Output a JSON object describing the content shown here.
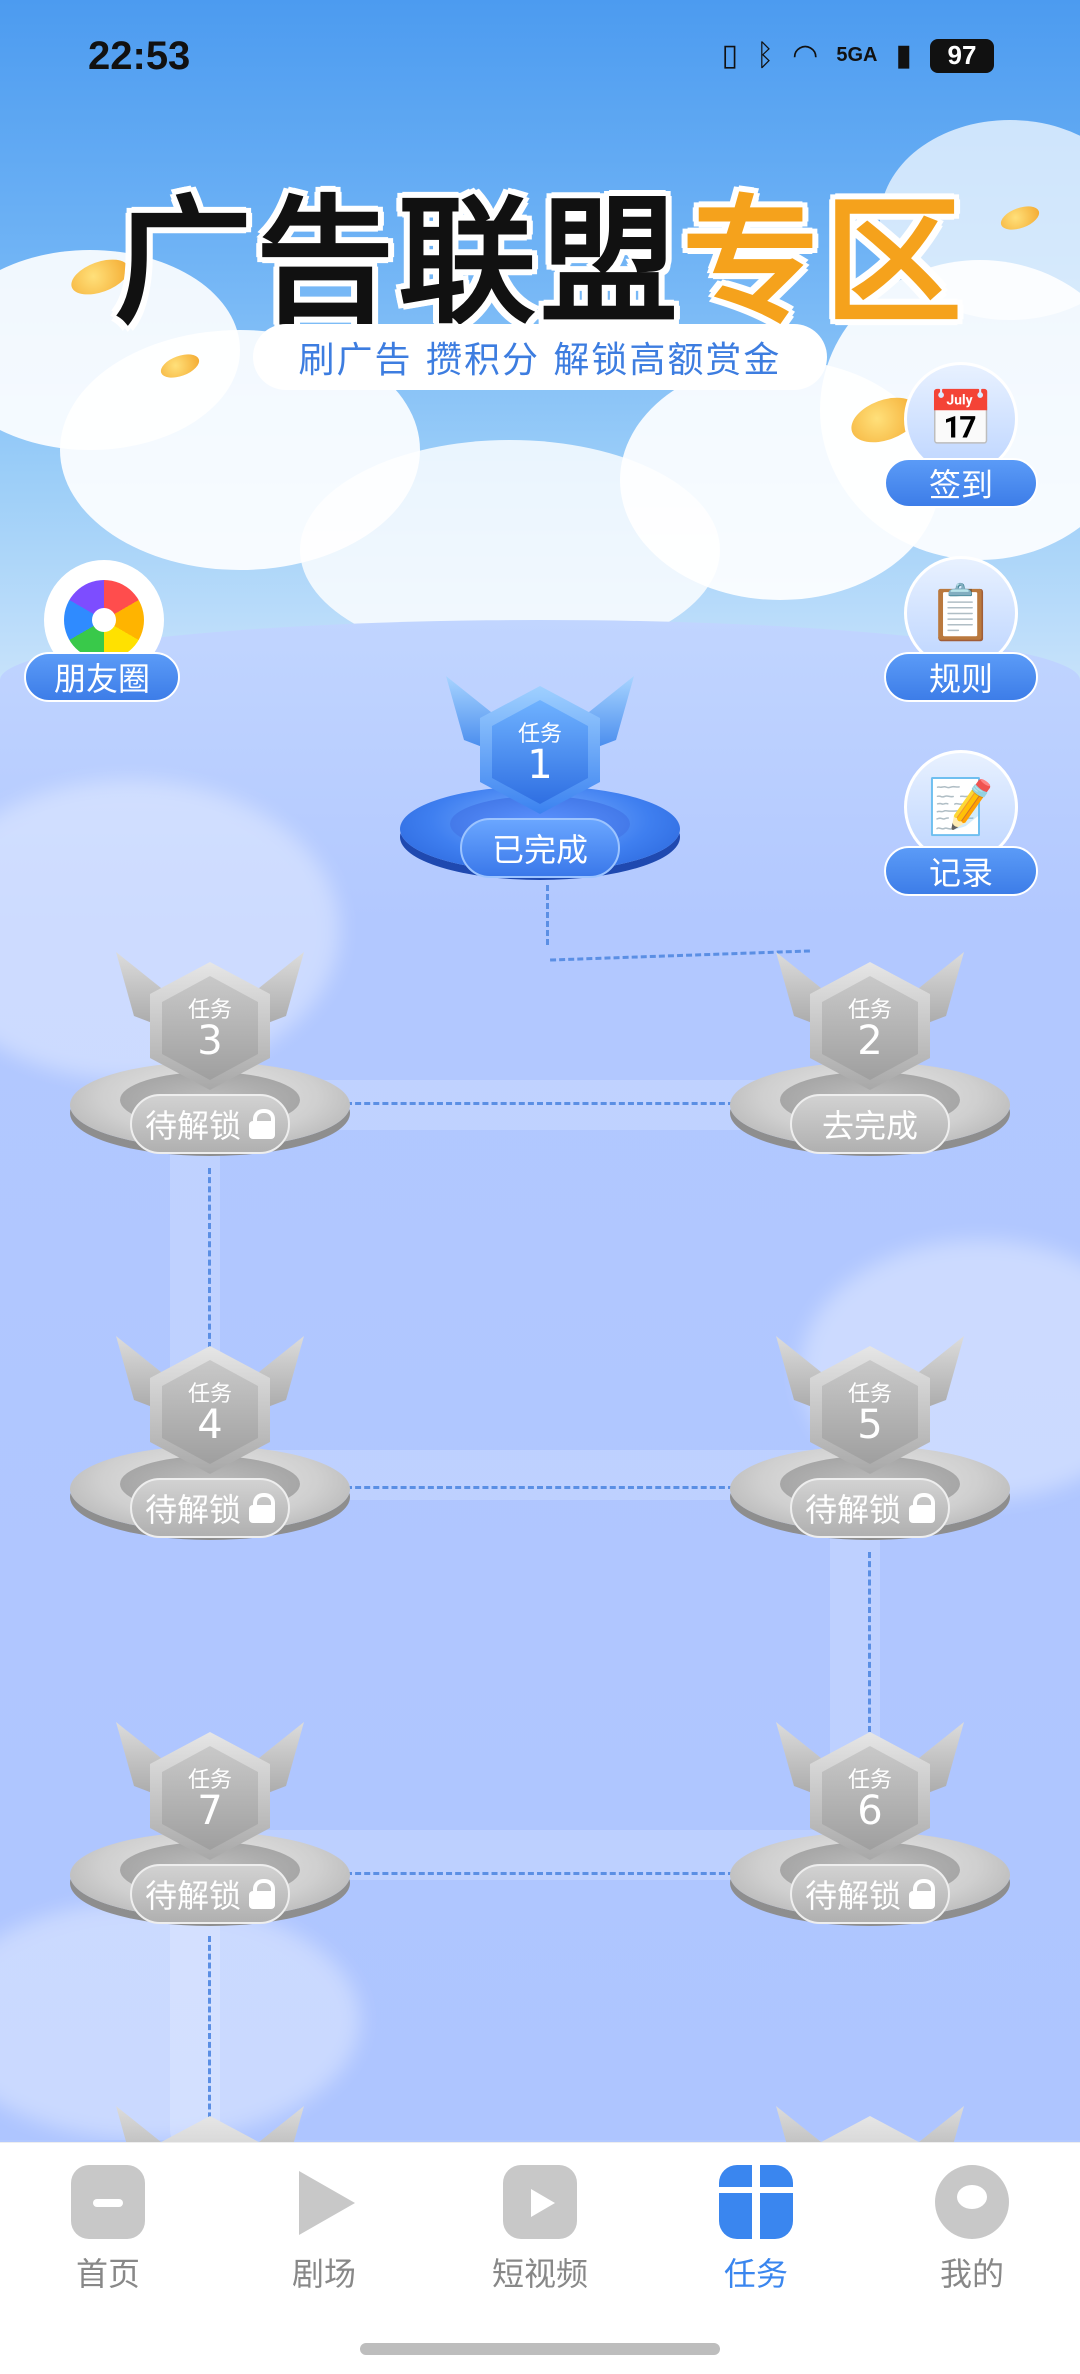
{
  "status_bar": {
    "time": "22:53",
    "network": "5GA",
    "battery": "97"
  },
  "banner": {
    "title_black": "广告联盟",
    "title_orange": "专区",
    "subtitle": "刷广告 攒积分 解锁高额赏金"
  },
  "side_buttons": {
    "moments": "朋友圈",
    "checkin": "签到",
    "rules": "规则",
    "records": "记录"
  },
  "tasks": [
    {
      "label": "任务",
      "number": "1",
      "status": "已完成",
      "state": "done"
    },
    {
      "label": "任务",
      "number": "2",
      "status": "去完成",
      "state": "available"
    },
    {
      "label": "任务",
      "number": "3",
      "status": "待解锁",
      "state": "locked"
    },
    {
      "label": "任务",
      "number": "4",
      "status": "待解锁",
      "state": "locked"
    },
    {
      "label": "任务",
      "number": "5",
      "status": "待解锁",
      "state": "locked"
    },
    {
      "label": "任务",
      "number": "6",
      "status": "待解锁",
      "state": "locked"
    },
    {
      "label": "任务",
      "number": "7",
      "status": "待解锁",
      "state": "locked"
    }
  ],
  "bottom_nav": {
    "items": [
      {
        "label": "首页",
        "icon": "home-icon"
      },
      {
        "label": "剧场",
        "icon": "play-icon"
      },
      {
        "label": "短视频",
        "icon": "video-icon"
      },
      {
        "label": "任务",
        "icon": "gift-icon",
        "active": true
      },
      {
        "label": "我的",
        "icon": "profile-icon"
      }
    ]
  },
  "colors": {
    "accent": "#3a86ef",
    "orange": "#f5a21c",
    "board": "#b3c9ff"
  }
}
